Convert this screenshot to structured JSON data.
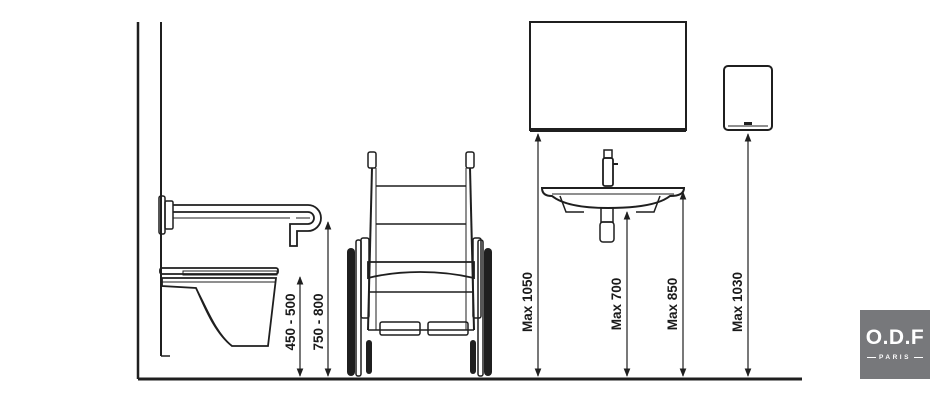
{
  "dimensions": {
    "toilet_seat_height": "450 - 500",
    "grab_bar_height": "750 - 800",
    "mirror_bottom_height": "Max 1050",
    "basin_underside_height": "Max 700",
    "basin_rim_height": "Max 850",
    "dryer_height": "Max 1030"
  },
  "logo": {
    "brand": "O.D.F",
    "city": "PARIS"
  },
  "colors": {
    "line": "#1f1f1f",
    "logo_bg": "#77787b",
    "logo_text": "#ffffff"
  }
}
